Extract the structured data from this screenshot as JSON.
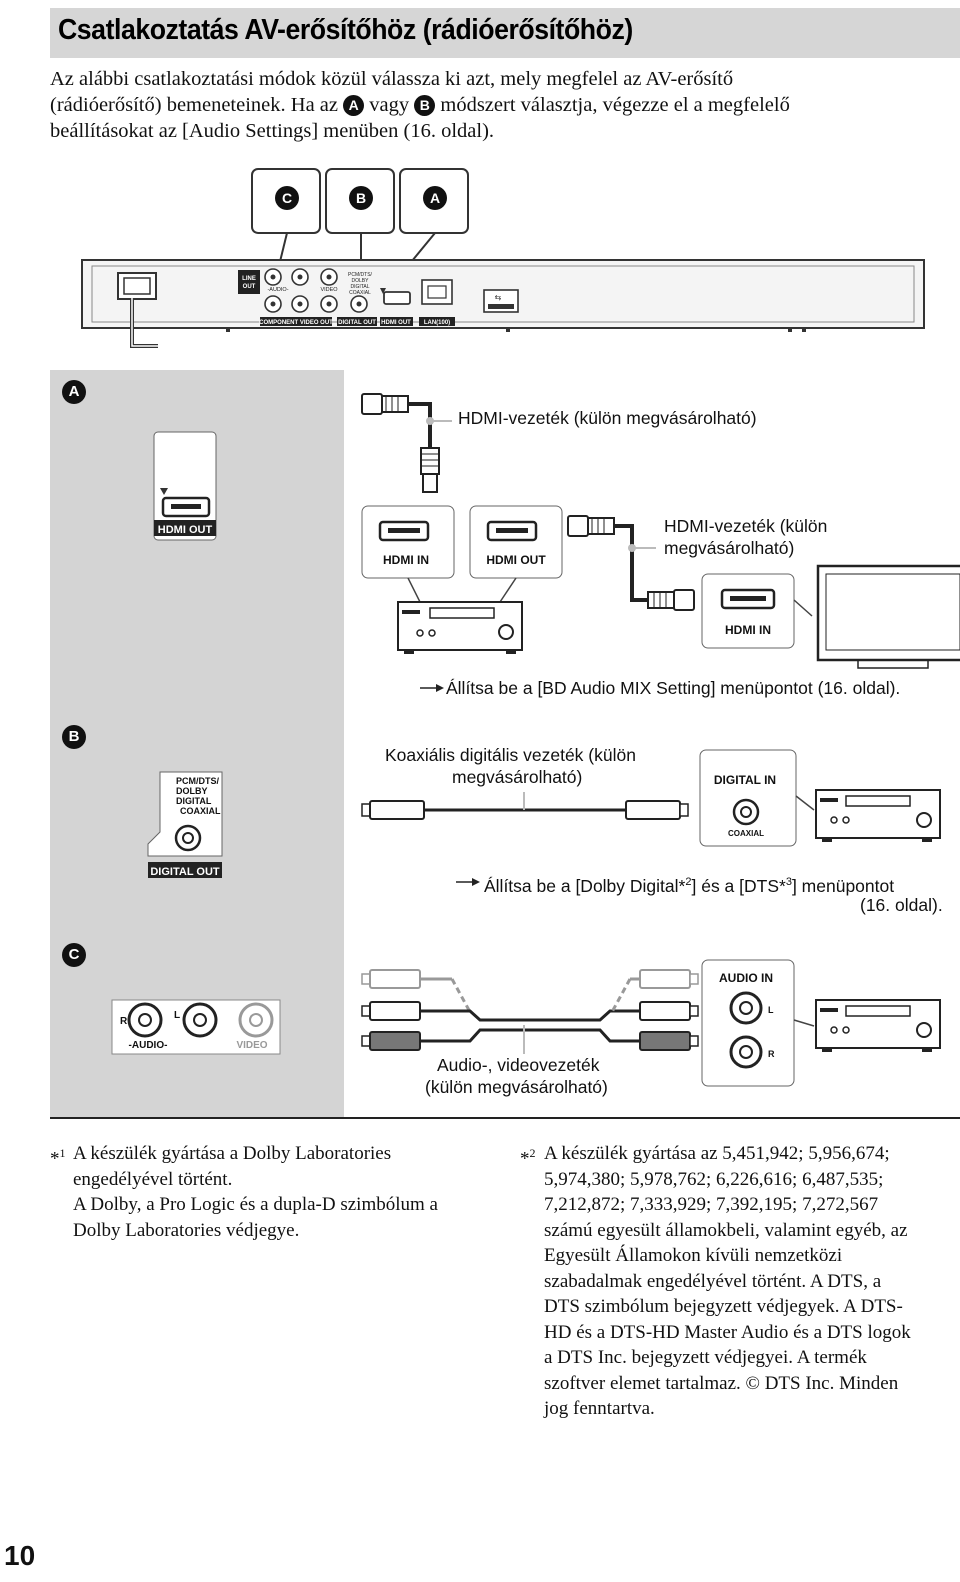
{
  "title": "Csatlakoztatás AV-erősítőhöz (rádióerősítőhöz)",
  "intro": {
    "line1": "Az alábbi csatlakoztatási módok közül válassza ki azt, mely megfelel az AV-erősítő",
    "line2_a": "(rádióerősítő) bemeneteinek. Ha az",
    "label_a": "A",
    "line2_b": "vagy",
    "label_b": "B",
    "line2_c": "módszert választja, végezze el a megfelelő",
    "line3": "beállításokat az [Audio Settings] menüben (16. oldal)."
  },
  "top_diagram": {
    "callouts": [
      "C",
      "B",
      "A"
    ],
    "panel_labels": {
      "line_out": "LINE OUT",
      "audio": "-AUDIO-",
      "video": "VIDEO",
      "component": "COMPONENT VIDEO OUT",
      "pcm": "PCM/DTS/ DOLBY DIGITAL COAXIAL",
      "digital_out": "DIGITAL OUT",
      "hdmi_out": "HDMI OUT",
      "lan": "LAN(100)"
    }
  },
  "section_a": {
    "badge": "A",
    "hdmi_out_label": "HDMI OUT",
    "cable1_caption": "HDMI-vezeték (külön megvásárolható)",
    "amp_in_label": "HDMI IN",
    "amp_out_label": "HDMI OUT",
    "cable2_caption_l1": "HDMI-vezeték (külön",
    "cable2_caption_l2": "megvásárolható)",
    "tv_in_label": "HDMI IN",
    "note": "Állítsa be a [BD Audio MIX Setting] menüpontot (16. oldal)."
  },
  "section_b": {
    "badge": "B",
    "jack_label_l1": "PCM/DTS/",
    "jack_label_l2": "DOLBY",
    "jack_label_l3": "DIGITAL",
    "jack_label_l4": "COAXIAL",
    "digital_out_label": "DIGITAL OUT",
    "cable_caption_l1": "Koaxiális digitális vezeték (külön",
    "cable_caption_l2": "megvásárolható)",
    "digital_in_label": "DIGITAL IN",
    "coaxial_label": "COAXIAL",
    "note_l1_a": "Állítsa be a [Dolby Digital*",
    "note_sup1": "2",
    "note_l1_b": "] és a [DTS*",
    "note_sup2": "3",
    "note_l1_c": "] menüpontot",
    "note_l2": "(16. oldal)."
  },
  "section_c": {
    "badge": "C",
    "r_label": "R",
    "l_label": "L",
    "audio_label": "-AUDIO-",
    "video_label": "VIDEO",
    "audio_in_label": "AUDIO IN",
    "in_l": "L",
    "in_r": "R",
    "cable_caption_l1": "Audio-, videovezeték",
    "cable_caption_l2": "(külön megvásárolható)"
  },
  "footnotes": {
    "f1_mark": "*",
    "f1_sup": "1",
    "f1_lines": [
      "A készülék gyártása a Dolby Laboratories",
      "engedélyével történt.",
      "A Dolby, a Pro Logic és a dupla-D szimbólum a",
      "Dolby Laboratories védjegye."
    ],
    "f2_mark": "*",
    "f2_sup": "2",
    "f2_lines": [
      "A készülék gyártása az 5,451,942; 5,956,674;",
      "5,974,380; 5,978,762; 6,226,616; 6,487,535;",
      "7,212,872; 7,333,929; 7,392,195; 7,272,567",
      "számú egyesült államokbeli, valamint egyéb, az",
      "Egyesült Államokon kívüli nemzetközi",
      "szabadalmak engedélyével történt. A DTS, a",
      "DTS szimbólum bejegyzett védjegyek. A DTS-",
      "HD és a DTS-HD Master Audio és a DTS logok",
      "a DTS Inc. bejegyzett védjegyei. A termék",
      "szoftver elemet tartalmaz. © DTS Inc. Minden",
      "jog fenntartva."
    ]
  },
  "page_number": "10"
}
